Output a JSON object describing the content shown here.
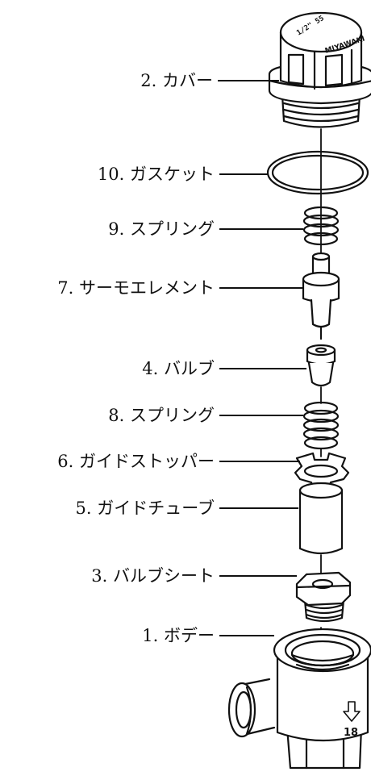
{
  "diagram": {
    "parts": [
      {
        "label": "2. カバー"
      },
      {
        "label": "10. ガスケット"
      },
      {
        "label": "9. スプリング"
      },
      {
        "label": "7. サーモエレメント"
      },
      {
        "label": "4. バルブ"
      },
      {
        "label": "8. スプリング"
      },
      {
        "label": "6. ガイドストッパー"
      },
      {
        "label": "5. ガイドチューブ"
      },
      {
        "label": "3. バルブシート"
      },
      {
        "label": "1. ボデー"
      }
    ],
    "cover_markings": {
      "top_text": "1/2\" 55",
      "side_text": "MIYAWAKI"
    },
    "body_markings": {
      "size_text": "18"
    }
  }
}
